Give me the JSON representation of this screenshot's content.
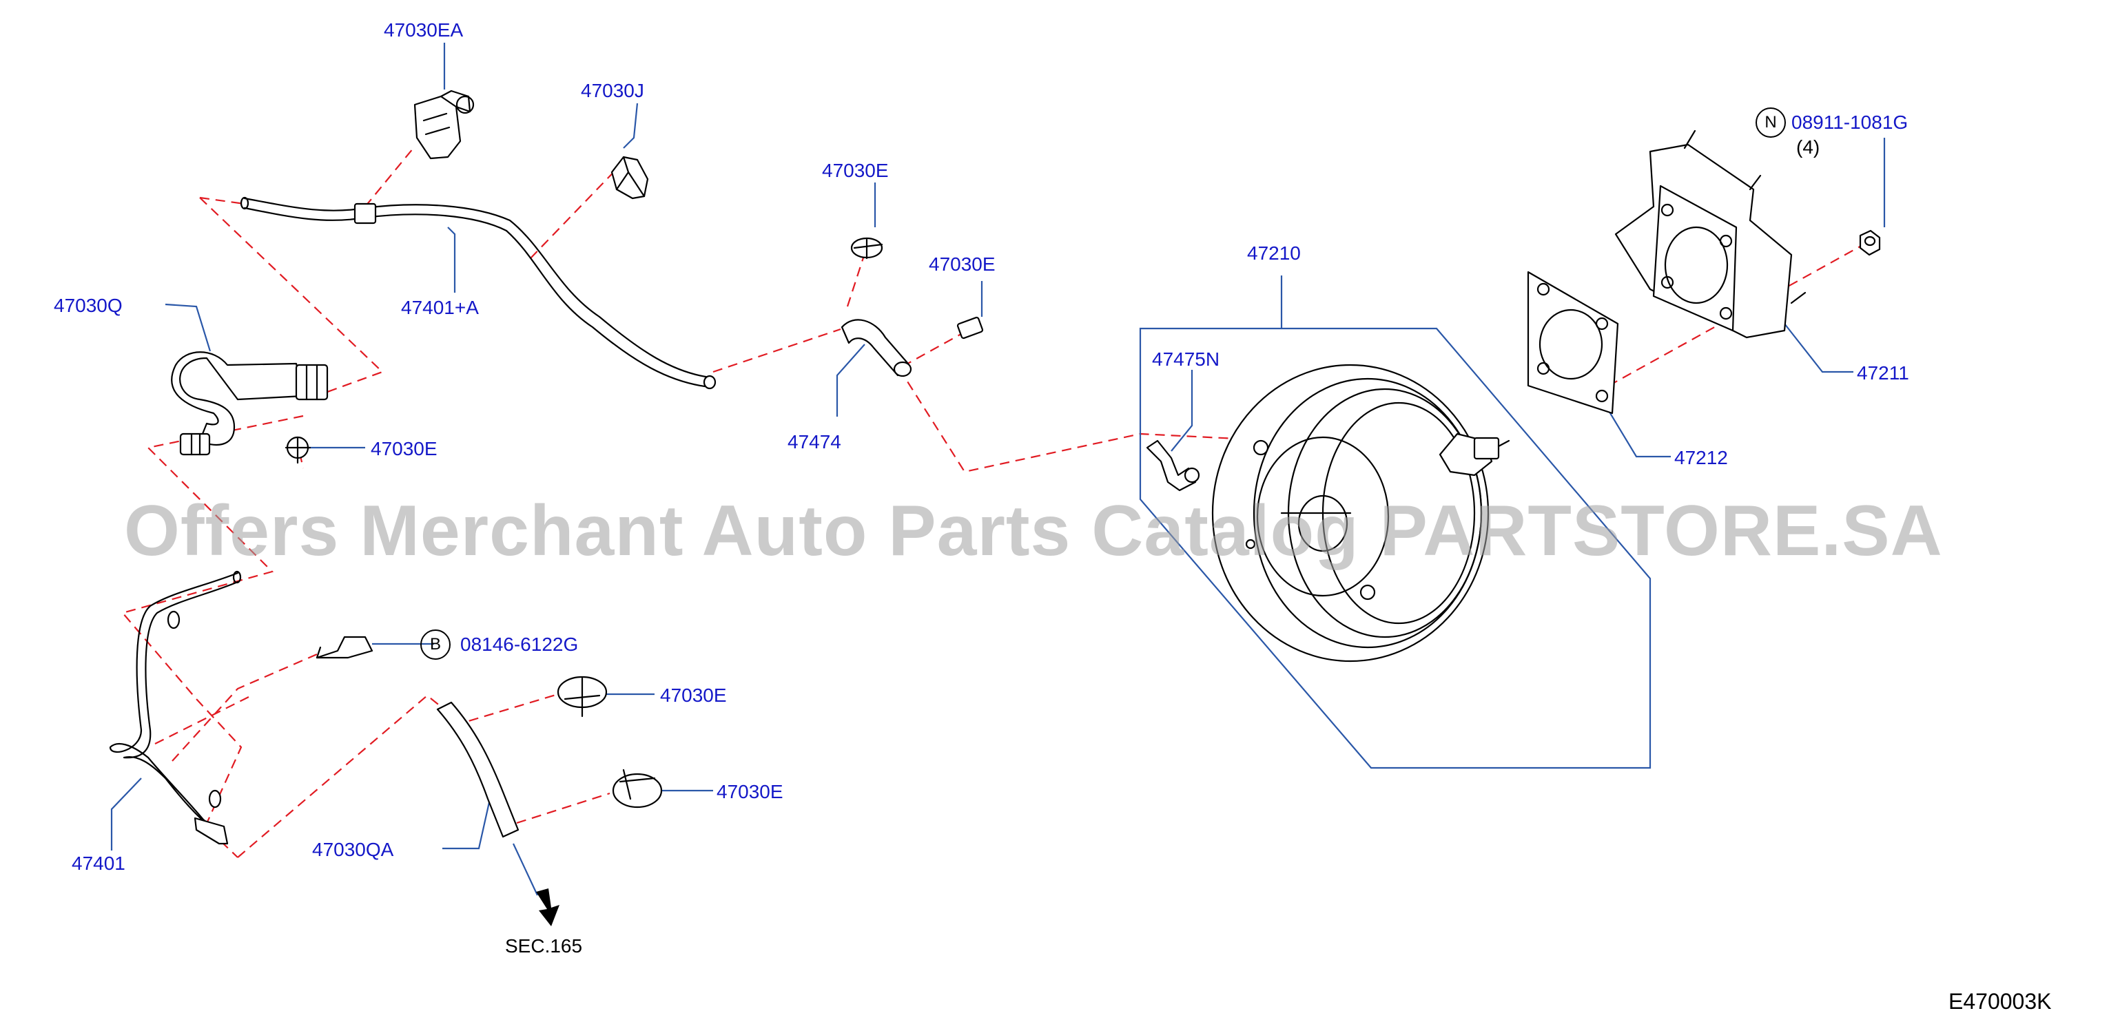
{
  "labels": {
    "p47030EA": "47030EA",
    "p47030J": "47030J",
    "p47401A": "47401+A",
    "p47030Q": "47030Q",
    "p47030E_clip_q": "47030E",
    "p47030E_top": "47030E",
    "p47030E_right": "47030E",
    "p47474": "47474",
    "p47210": "47210",
    "p47475N": "47475N",
    "p47211": "47211",
    "p47212": "47212",
    "p08911": "08911-1081G",
    "p08911_qty": "(4)",
    "p08146": "08146-6122G",
    "p47030E_low1": "47030E",
    "p47030E_low2": "47030E",
    "p47401": "47401",
    "p47030QA": "47030QA",
    "sec165": "SEC.165",
    "diagram_code": "E470003K"
  },
  "callout_marks": {
    "nut_mark": "N",
    "bolt_mark": "B"
  },
  "watermark": "Offers Merchant Auto Parts Catalog PARTSTORE.SA",
  "colors": {
    "label": "#1418c8",
    "leader": "#2a57a8",
    "dashed_connection": "#e11b22",
    "part_outline": "#000000",
    "watermark": "#a0a0a0"
  }
}
